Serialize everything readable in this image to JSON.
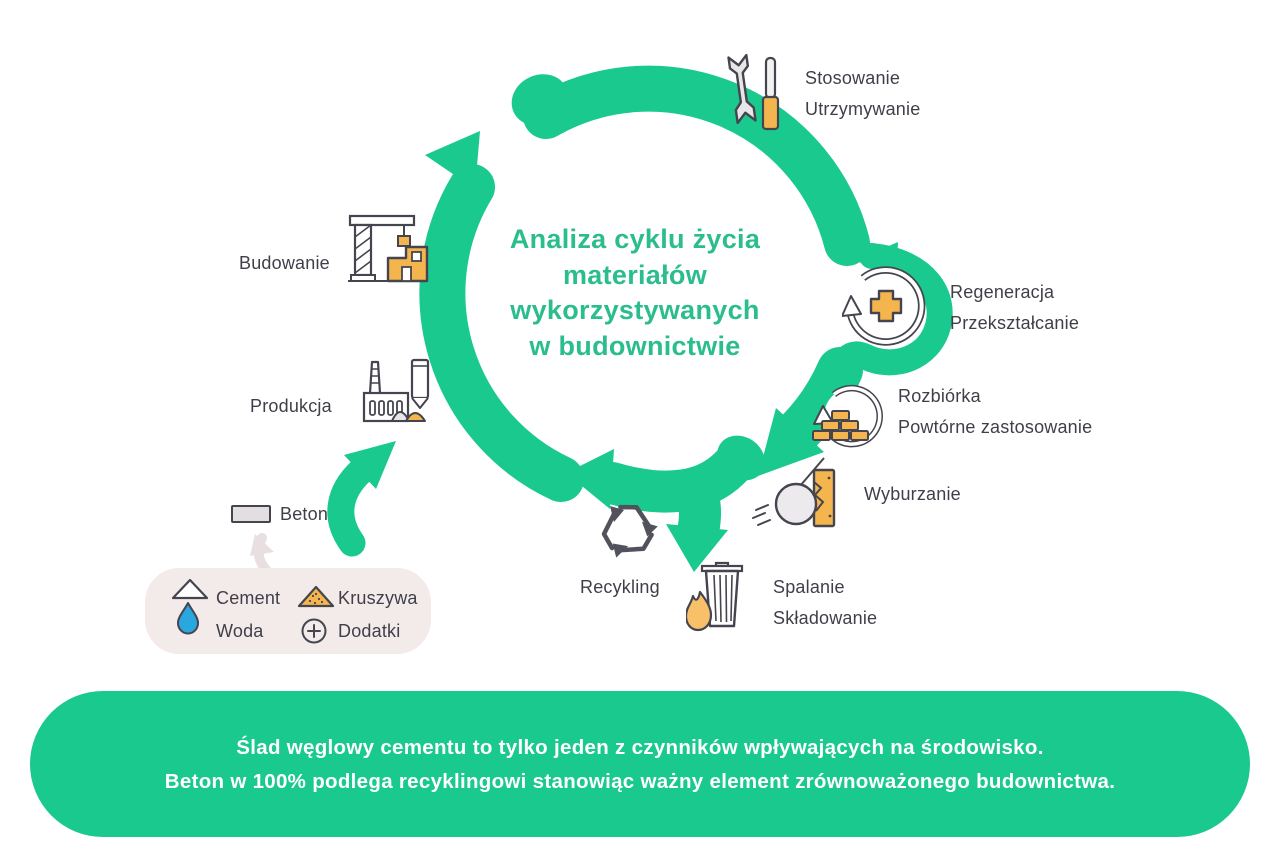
{
  "colors": {
    "arc_green": "#19c98e",
    "title_green": "#2bbd8d",
    "text_dark": "#3f3f49",
    "icon_orange": "#f5b54e",
    "icon_gray": "#e9e6e8",
    "pill_pink": "#f3eaea",
    "water_blue": "#2ba7e0",
    "banner_text": "#ffffff"
  },
  "title": {
    "lines": [
      "Analiza cyklu życia",
      "materiałów",
      "wykorzystywanych",
      "w budownictwie"
    ]
  },
  "stages": [
    {
      "id": "stosowanie",
      "icon": "wrench-screwdriver-icon",
      "lines": [
        "Stosowanie",
        "Utrzymywanie"
      ]
    },
    {
      "id": "regeneracja",
      "icon": "regenerate-plus-icon",
      "lines": [
        "Regeneracja",
        "Przekształcanie"
      ]
    },
    {
      "id": "rozbiorka",
      "icon": "bricks-reuse-icon",
      "lines": [
        "Rozbiórka",
        "Powtórne zastosowanie"
      ]
    },
    {
      "id": "wyburzanie",
      "icon": "wrecking-ball-icon",
      "lines": [
        "Wyburzanie"
      ]
    },
    {
      "id": "spalanie",
      "icon": "trash-fire-icon",
      "lines": [
        "Spalanie",
        "Składowanie"
      ]
    },
    {
      "id": "recykling",
      "icon": "recycling-icon",
      "lines": [
        "Recykling"
      ]
    },
    {
      "id": "budowanie",
      "icon": "crane-icon",
      "lines": [
        "Budowanie"
      ]
    },
    {
      "id": "produkcja",
      "icon": "factory-icon",
      "lines": [
        "Produkcja"
      ]
    }
  ],
  "beton": {
    "label": "Beton"
  },
  "legend": {
    "items": [
      {
        "icon": "cement-triangle-icon",
        "label": "Cement"
      },
      {
        "icon": "water-drop-icon",
        "label": "Woda"
      },
      {
        "icon": "aggregate-pile-icon",
        "label": "Kruszywa"
      },
      {
        "icon": "additives-plus-icon",
        "label": "Dodatki"
      }
    ]
  },
  "banner": {
    "lines": [
      "Ślad węglowy cementu to tylko jeden z czynników wpływających na środowisko.",
      "Beton w 100% podlega recyklingowi stanowiąc ważny element zrównoważonego budownictwa."
    ]
  }
}
